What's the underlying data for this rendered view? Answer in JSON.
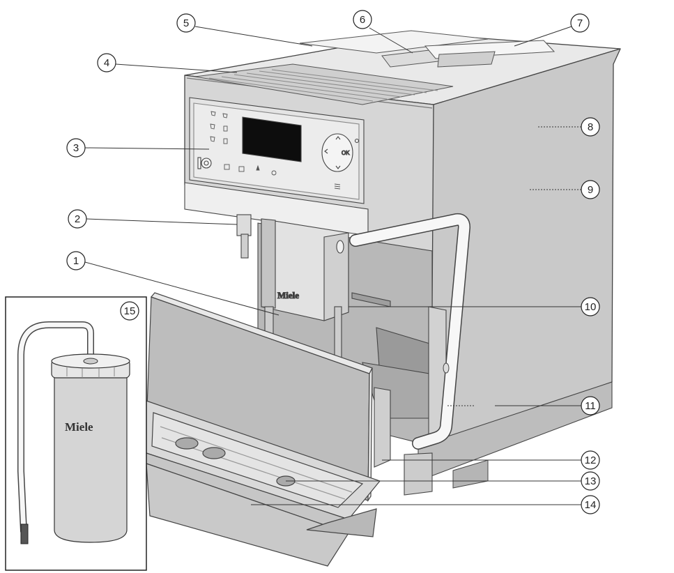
{
  "diagram": {
    "brand_text": "Miele",
    "control_panel": {
      "ok_label": "OK"
    },
    "callouts": [
      {
        "id": 1,
        "label": "①"
      },
      {
        "id": 2,
        "label": "②"
      },
      {
        "id": 3,
        "label": "③"
      },
      {
        "id": 4,
        "label": "④"
      },
      {
        "id": 5,
        "label": "⑤"
      },
      {
        "id": 6,
        "label": "⑥"
      },
      {
        "id": 7,
        "label": "⑦"
      },
      {
        "id": 8,
        "label": "⑧"
      },
      {
        "id": 9,
        "label": "⑨"
      },
      {
        "id": 10,
        "label": "⑩"
      },
      {
        "id": 11,
        "label": "⑪"
      },
      {
        "id": 12,
        "label": "⑫"
      },
      {
        "id": 13,
        "label": "⑬"
      },
      {
        "id": 14,
        "label": "⑭"
      },
      {
        "id": 15,
        "label": "⑮"
      }
    ]
  }
}
